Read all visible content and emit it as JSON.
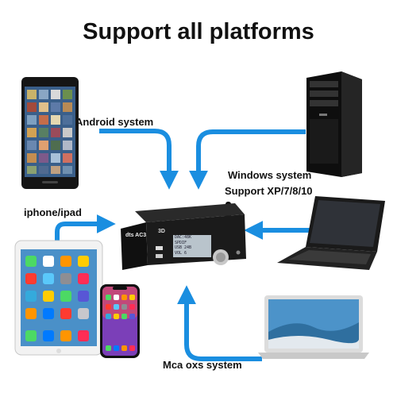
{
  "title": "Support all platforms",
  "labels": {
    "android": "Android system",
    "windows_line1": "Windows system",
    "windows_line2": "Support XP/7/8/10",
    "iphone_ipad": "iphone/ipad",
    "mac": "Mca oxs system"
  },
  "device": {
    "brand_text": "dts AC3",
    "badge": "3D",
    "screen_lines": [
      "DAC:48K",
      "SPDIF",
      "USB 24B",
      "VOL 6"
    ]
  },
  "colors": {
    "arrow": "#1a8ee0",
    "device_body": "#1b1b1b"
  }
}
